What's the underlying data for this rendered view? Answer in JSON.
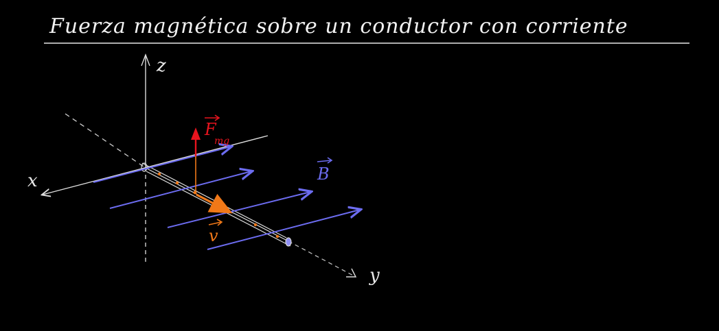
{
  "title": "Fuerza magnética sobre un conductor con corriente",
  "axes": {
    "x_label": "x",
    "y_label": "y",
    "z_label": "z"
  },
  "vectors": {
    "force": {
      "symbol": "F",
      "subscript": "mg",
      "color": "#e8141e"
    },
    "field": {
      "symbol": "B",
      "color": "#6c6cf0"
    },
    "velocity": {
      "symbol": "v",
      "color": "#f07818"
    }
  },
  "colors": {
    "background": "#000000",
    "chalk": "#f2f2f2",
    "axis": "#dddddd"
  }
}
